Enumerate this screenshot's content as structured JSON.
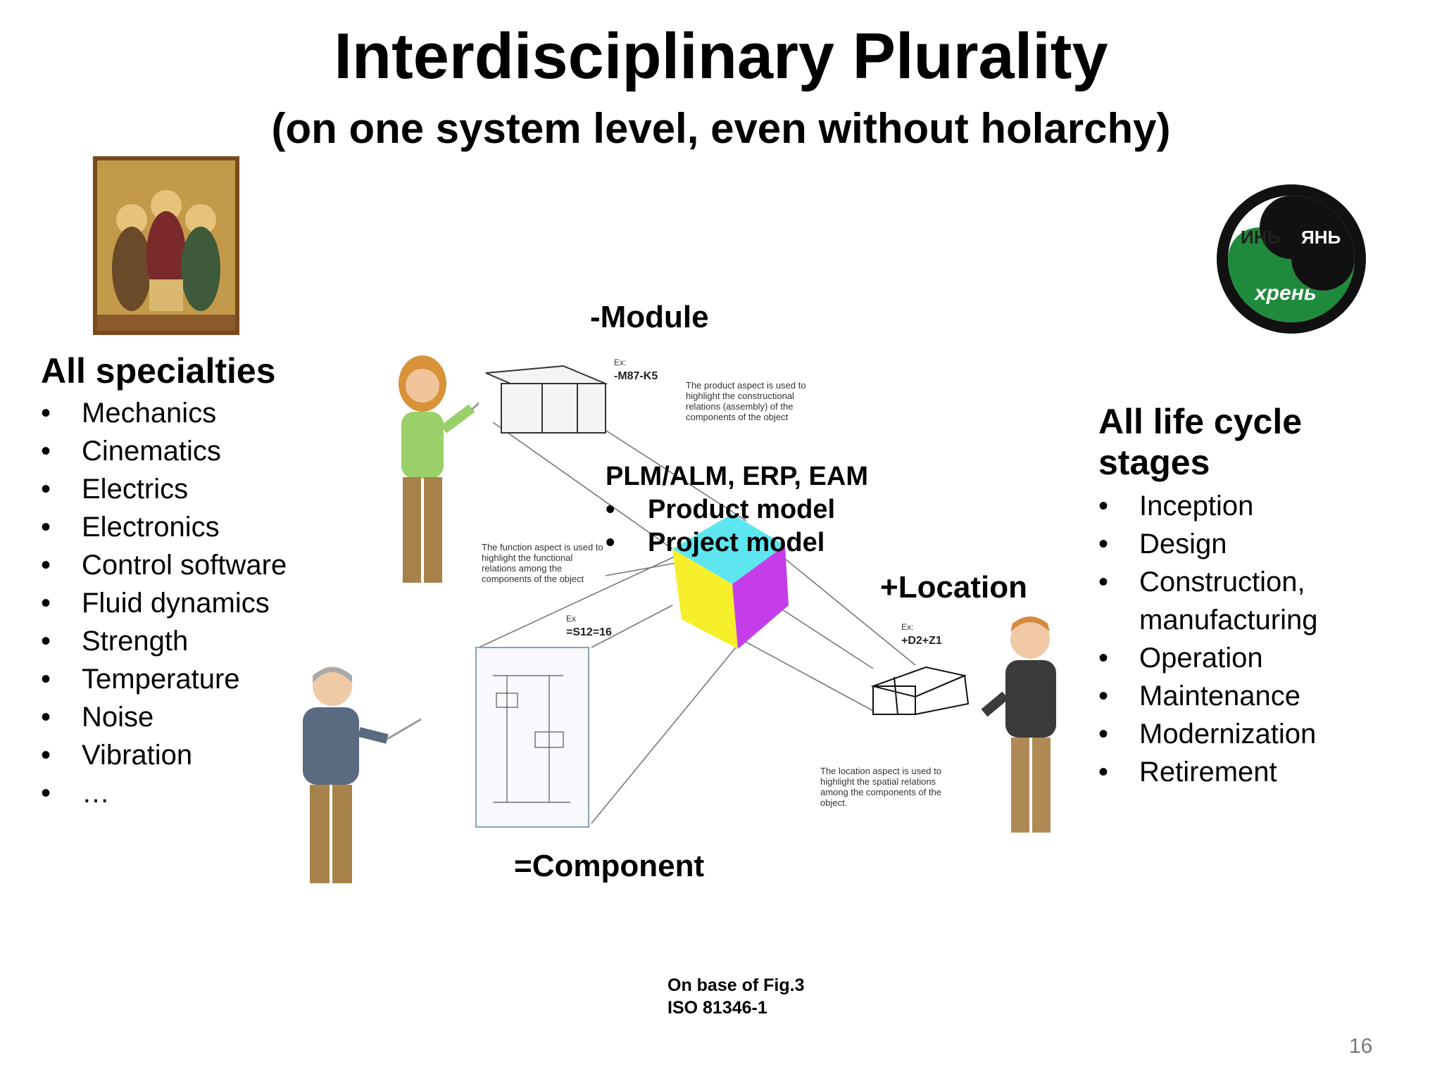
{
  "title": "Interdisciplinary Plurality",
  "subtitle": "(on one system level, even without holarchy)",
  "left": {
    "heading": "All specialties",
    "items": [
      "Mechanics",
      "Cinematics",
      "Electrics",
      "Electronics",
      "Control software",
      "Fluid dynamics",
      "Strength",
      "Temperature",
      "Noise",
      "Vibration",
      "…"
    ]
  },
  "right": {
    "heading": "All life cycle stages",
    "items": [
      "Inception",
      "Design",
      "Construction, manufacturing",
      "Operation",
      "Maintenance",
      "Modernization",
      "Retirement"
    ]
  },
  "diagram": {
    "module_label": "-Module",
    "location_label": "+Location",
    "component_label": "=Component",
    "center_heading": "PLM/ALM, ERP, EAM",
    "center_items": [
      "Product model",
      "Project model"
    ],
    "module_ex": "Ex:",
    "module_code": "-M87-K5",
    "module_note": "The product aspect is used to highlight the constructional relations (assembly) of the components of the object",
    "function_note": "The function aspect is used to highlight the functional relations among the components of the object",
    "function_ex": "Ex",
    "function_code": "=S12=16",
    "location_ex": "Ex:",
    "location_code": "+D2+Z1",
    "location_note": "The location aspect is used to highlight the spatial relations among the components of the object.",
    "caption_line1": "On base of Fig.3",
    "caption_line2": "ISO 81346-1"
  },
  "logo": {
    "text_left": "ИНЬ",
    "text_right": "ЯНЬ",
    "text_bottom": "хрень",
    "colors": {
      "green": "#1f8a3c",
      "black": "#111111"
    }
  },
  "page_number": "16"
}
